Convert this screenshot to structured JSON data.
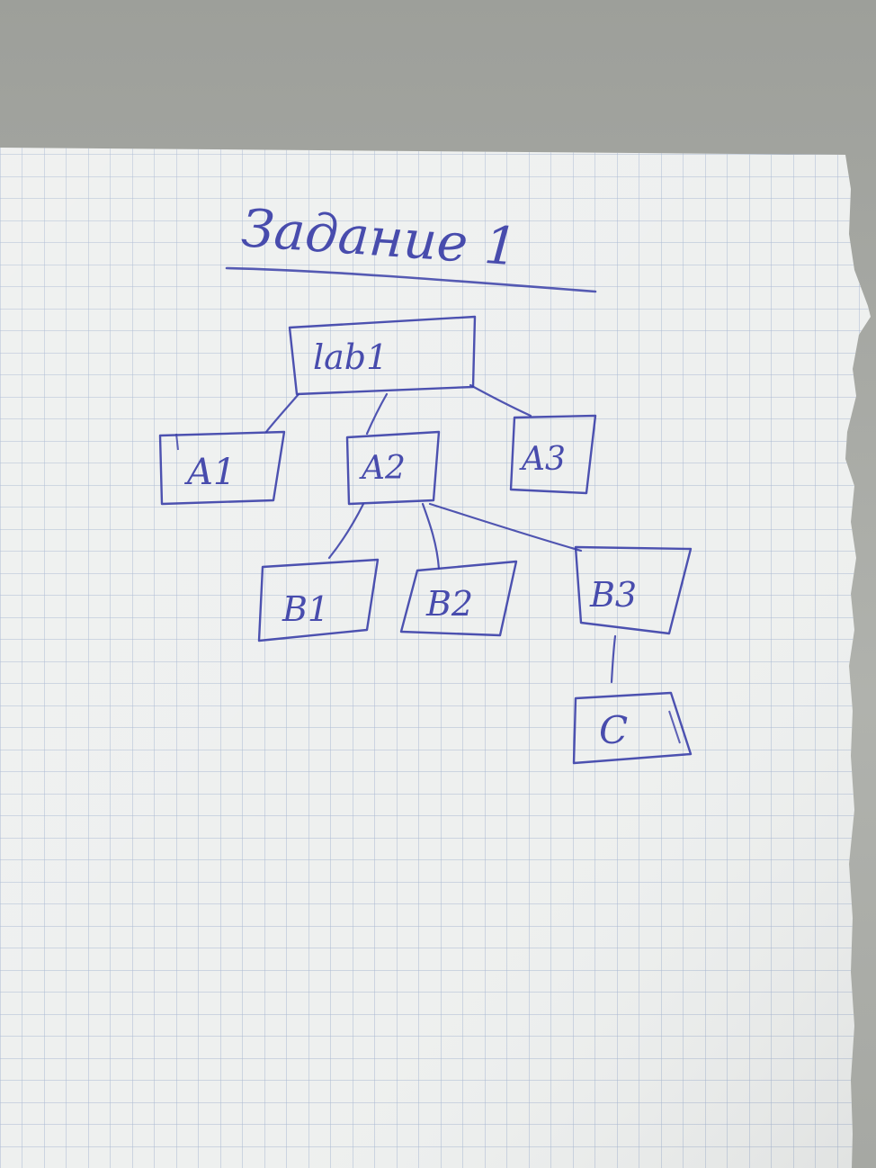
{
  "page": {
    "title": "Задание 1"
  },
  "diagram": {
    "nodes": [
      {
        "id": "lab1",
        "label": "lab1"
      },
      {
        "id": "A1",
        "label": "A1"
      },
      {
        "id": "A2",
        "label": "A2"
      },
      {
        "id": "A3",
        "label": "A3"
      },
      {
        "id": "B1",
        "label": "B1"
      },
      {
        "id": "B2",
        "label": "B2"
      },
      {
        "id": "B3",
        "label": "B3"
      },
      {
        "id": "C",
        "label": "C"
      }
    ],
    "edges": [
      {
        "from": "lab1",
        "to": "A1"
      },
      {
        "from": "lab1",
        "to": "A2"
      },
      {
        "from": "lab1",
        "to": "A3"
      },
      {
        "from": "A2",
        "to": "B1"
      },
      {
        "from": "A2",
        "to": "B2"
      },
      {
        "from": "A2",
        "to": "B3"
      },
      {
        "from": "B3",
        "to": "C"
      }
    ]
  },
  "colors": {
    "ink": "#3a3fa8",
    "paper": "#eef0ef",
    "grid": "#a9b8d2",
    "background": "#a9aba6"
  }
}
